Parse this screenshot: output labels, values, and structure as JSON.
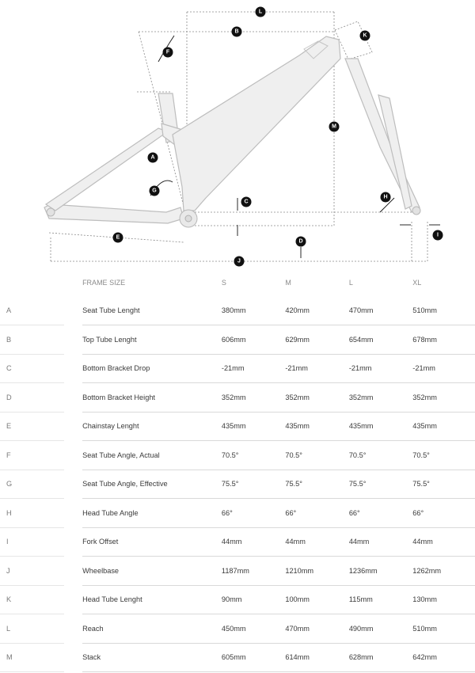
{
  "diagram": {
    "markers": [
      "L",
      "B",
      "K",
      "F",
      "M",
      "A",
      "G",
      "C",
      "H",
      "E",
      "D",
      "I",
      "J"
    ]
  },
  "table": {
    "header": {
      "frame_size": "FRAME SIZE",
      "sizes": [
        "S",
        "M",
        "L",
        "XL"
      ]
    },
    "rows": [
      {
        "letter": "A",
        "name": "Seat Tube Lenght",
        "values": [
          "380mm",
          "420mm",
          "470mm",
          "510mm"
        ]
      },
      {
        "letter": "B",
        "name": "Top Tube Lenght",
        "values": [
          "606mm",
          "629mm",
          "654mm",
          "678mm"
        ]
      },
      {
        "letter": "C",
        "name": "Bottom Bracket Drop",
        "values": [
          "-21mm",
          "-21mm",
          "-21mm",
          "-21mm"
        ]
      },
      {
        "letter": "D",
        "name": "Bottom Bracket Height",
        "values": [
          "352mm",
          "352mm",
          "352mm",
          "352mm"
        ]
      },
      {
        "letter": "E",
        "name": "Chainstay Lenght",
        "values": [
          "435mm",
          "435mm",
          "435mm",
          "435mm"
        ]
      },
      {
        "letter": "F",
        "name": "Seat Tube Angle, Actual",
        "values": [
          "70.5°",
          "70.5°",
          "70.5°",
          "70.5°"
        ]
      },
      {
        "letter": "G",
        "name": "Seat Tube Angle, Effective",
        "values": [
          "75.5°",
          "75.5°",
          "75.5°",
          "75.5°"
        ]
      },
      {
        "letter": "H",
        "name": "Head Tube Angle",
        "values": [
          "66°",
          "66°",
          "66°",
          "66°"
        ]
      },
      {
        "letter": "I",
        "name": "Fork Offset",
        "values": [
          "44mm",
          "44mm",
          "44mm",
          "44mm"
        ]
      },
      {
        "letter": "J",
        "name": "Wheelbase",
        "values": [
          "1187mm",
          "1210mm",
          "1236mm",
          "1262mm"
        ]
      },
      {
        "letter": "K",
        "name": "Head Tube Lenght",
        "values": [
          "90mm",
          "100mm",
          "115mm",
          "130mm"
        ]
      },
      {
        "letter": "L",
        "name": "Reach",
        "values": [
          "450mm",
          "470mm",
          "490mm",
          "510mm"
        ]
      },
      {
        "letter": "M",
        "name": "Stack",
        "values": [
          "605mm",
          "614mm",
          "628mm",
          "642mm"
        ]
      }
    ]
  }
}
